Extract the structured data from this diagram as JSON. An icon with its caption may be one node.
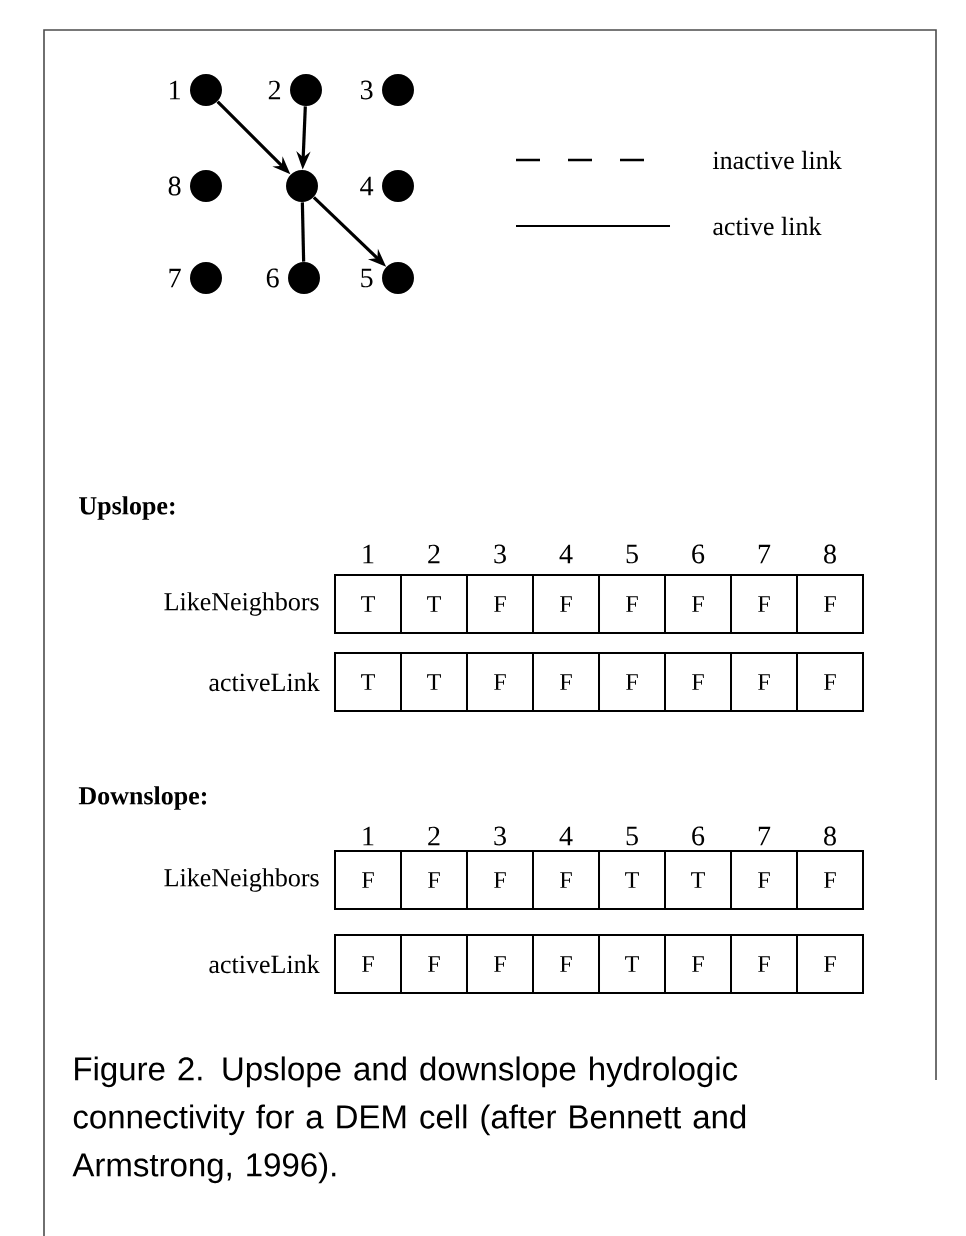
{
  "diagram": {
    "caption": "Figure 2. Upslope and downslope hydrologic connectivity for a DEM cell (after Bennett and Armstrong, 1996).",
    "nodes": [
      {
        "text": [],
        "shape": "circle",
        "beside": [
          "1"
        ]
      },
      {
        "text": [],
        "shape": "circle",
        "beside": [
          "2"
        ]
      },
      {
        "text": [],
        "shape": "circle",
        "beside": [
          "3"
        ]
      },
      {
        "text": [],
        "shape": "circle",
        "beside": [
          "8"
        ]
      },
      {
        "text": [],
        "shape": "circle"
      },
      {
        "text": [],
        "shape": "circle",
        "beside": [
          "4"
        ]
      },
      {
        "text": [],
        "shape": "circle",
        "beside": [
          "7"
        ]
      },
      {
        "text": [],
        "shape": "circle",
        "beside": [
          "6"
        ]
      },
      {
        "text": [],
        "shape": "circle",
        "beside": [
          "5"
        ]
      }
    ],
    "edges": [
      {
        "from": 0,
        "to": 4,
        "arrow": "to"
      },
      {
        "from": 1,
        "to": 4,
        "arrow": "to"
      },
      {
        "from": 4,
        "to": 7,
        "arrow": "none"
      },
      {
        "from": 4,
        "to": 8,
        "arrow": "to"
      }
    ],
    "legend": [
      {
        "text": "inactive link"
      },
      {
        "text": "active link"
      }
    ],
    "labels": [
      "Upslope:",
      "1",
      "2",
      "3",
      "4",
      "5",
      "6",
      "7",
      "8",
      "LikeNeighbors",
      "T",
      "T",
      "F",
      "F",
      "F",
      "F",
      "F",
      "F",
      "activeLink",
      "T",
      "T",
      "F",
      "F",
      "F",
      "F",
      "F",
      "F",
      "Downslope:",
      "1",
      "2",
      "3",
      "4",
      "5",
      "6",
      "7",
      "8",
      "LikeNeighbors",
      "F",
      "F",
      "F",
      "F",
      "T",
      "T",
      "F",
      "F",
      "activeLink",
      "F",
      "F",
      "F",
      "F",
      "T",
      "F",
      "F",
      "F"
    ]
  }
}
